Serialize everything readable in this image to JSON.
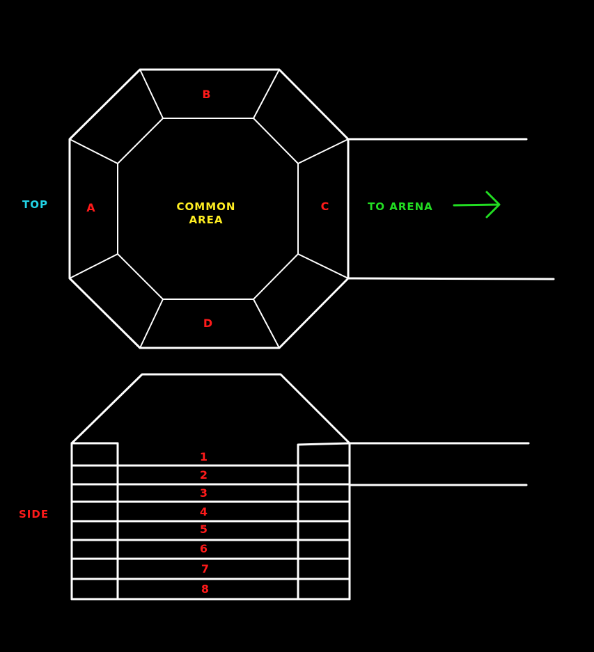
{
  "top_view": {
    "view_label": "TOP",
    "common_area_line1": "COMMON",
    "common_area_line2": "AREA",
    "sections": {
      "a": "A",
      "b": "B",
      "c": "C",
      "d": "D"
    },
    "exit_label": "TO ARENA",
    "arrow_icon": "arrow-right-icon"
  },
  "side_view": {
    "view_label": "SIDE",
    "levels": [
      "1",
      "2",
      "3",
      "4",
      "5",
      "6",
      "7",
      "8"
    ]
  },
  "colors": {
    "background": "#000000",
    "lines": "#ffffff",
    "top_label": "#22d3e6",
    "section_labels": "#ff1a1a",
    "common_area": "#ffee22",
    "exit": "#22dd22",
    "side_label": "#ff1a1a"
  }
}
